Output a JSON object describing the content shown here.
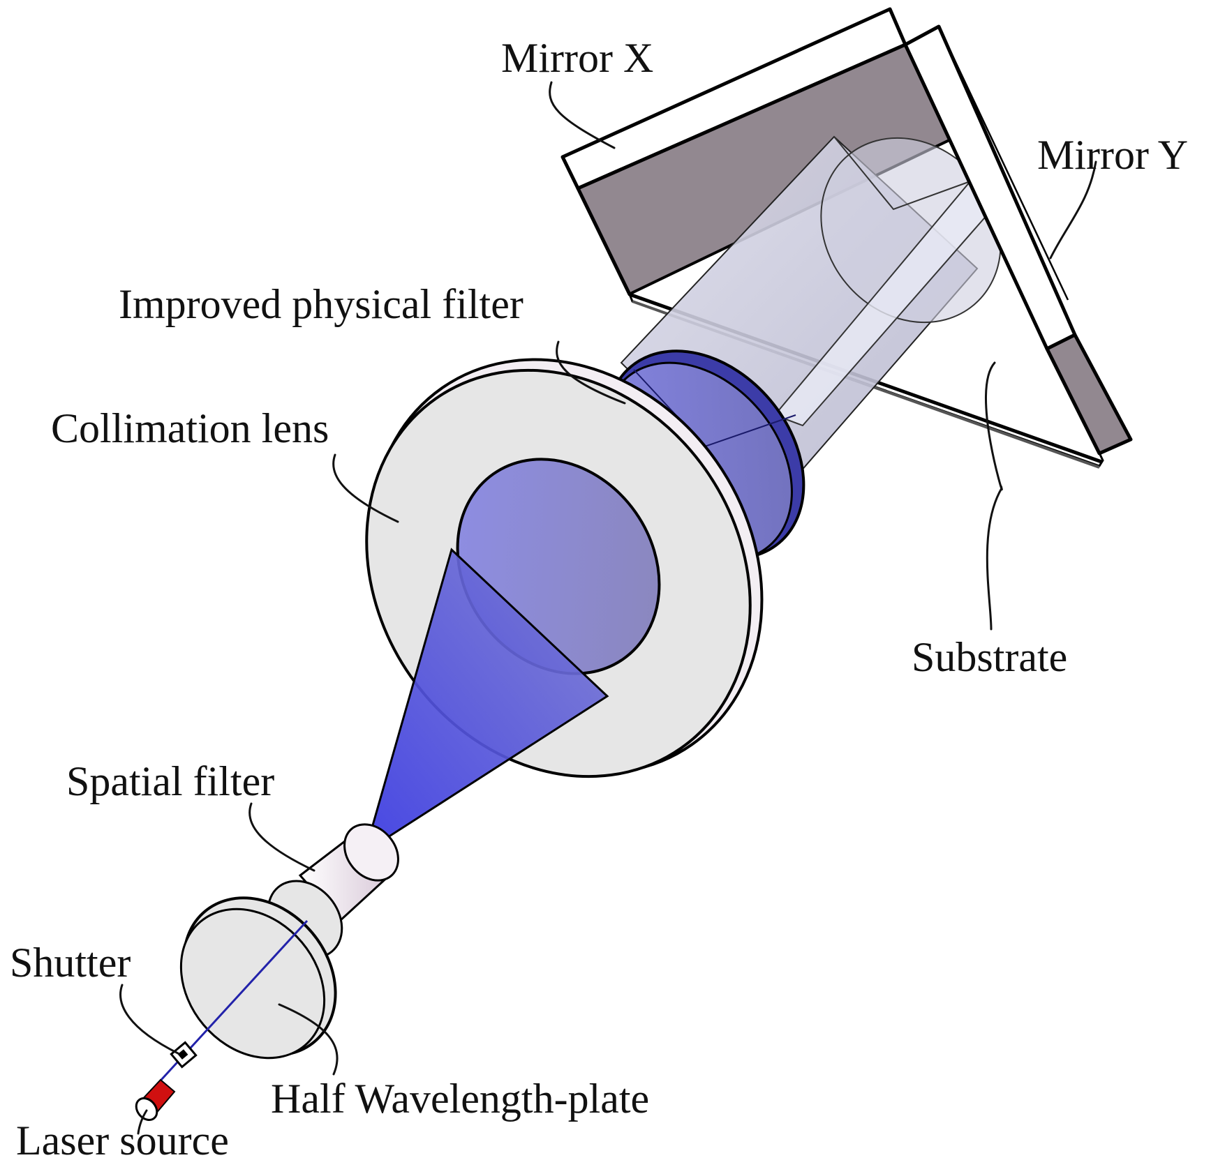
{
  "labels": {
    "mirror_x": "Mirror X",
    "mirror_y": "Mirror Y",
    "improved_filter": "Improved physical filter",
    "collimation_lens": "Collimation lens",
    "substrate": "Substrate",
    "spatial_filter": "Spatial filter",
    "shutter": "Shutter",
    "half_wave_plate": "Half Wavelength-plate",
    "laser_source": "Laser source"
  },
  "colors": {
    "mirror_face": "#928890",
    "mirror_edge": "#ffffff",
    "beam": "#5a5ad8",
    "lens_face": "#e6e6e6",
    "cylinder": "#c7c7dc",
    "laser": "#d01010"
  }
}
